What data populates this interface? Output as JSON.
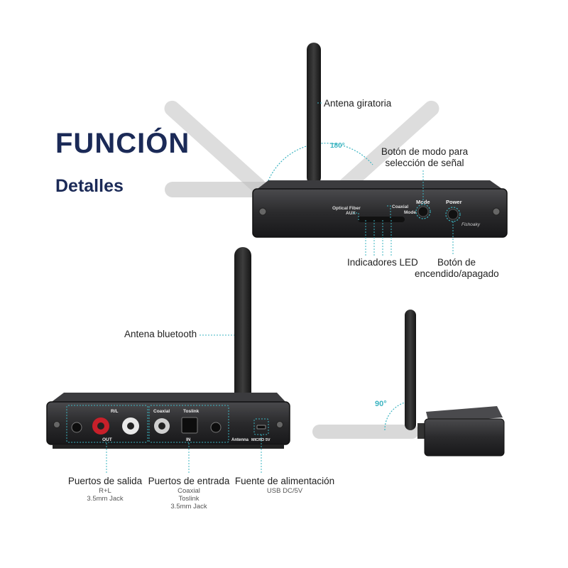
{
  "heading": {
    "title": "FUNCIÓN",
    "subtitle": "Detalles"
  },
  "callouts": {
    "rotating_antenna": "Antena giratoria",
    "rotation_angle": "180°",
    "mode_button": [
      "Botón de modo para",
      "selección de señal"
    ],
    "led_indicators": "Indicadores LED",
    "power_button": [
      "Botón de",
      "encendido/apagado"
    ],
    "bluetooth_antenna": "Antena bluetooth",
    "side_angle": "90°",
    "output_ports": {
      "title": "Puertos de salida",
      "details": [
        "R+L",
        "3.5mm Jack"
      ]
    },
    "input_ports": {
      "title": "Puertos de entrada",
      "details": [
        "Coaxial",
        "Toslink",
        "3.5mm Jack"
      ]
    },
    "power_supply": {
      "title": "Fuente de alimentación",
      "details": [
        "USB DC/5V"
      ]
    }
  },
  "device_front": {
    "optical_label": "Optical Fiber",
    "aux_label": "AUX",
    "coaxial_label": "Coaxial",
    "mode_label": "Mode",
    "power_label": "Power",
    "brand": "Fishoaky"
  },
  "device_back": {
    "rl_label": "R/L",
    "coaxial_label": "Coaxial",
    "toslink_label": "Toslink",
    "out_label": "OUT",
    "in_label": "IN",
    "antenna_label": "Antenna",
    "micro_label": "MICRO 5V"
  },
  "colors": {
    "accent": "#3bb4c1",
    "title": "#1b2a57",
    "device": "#2a2a2c"
  }
}
